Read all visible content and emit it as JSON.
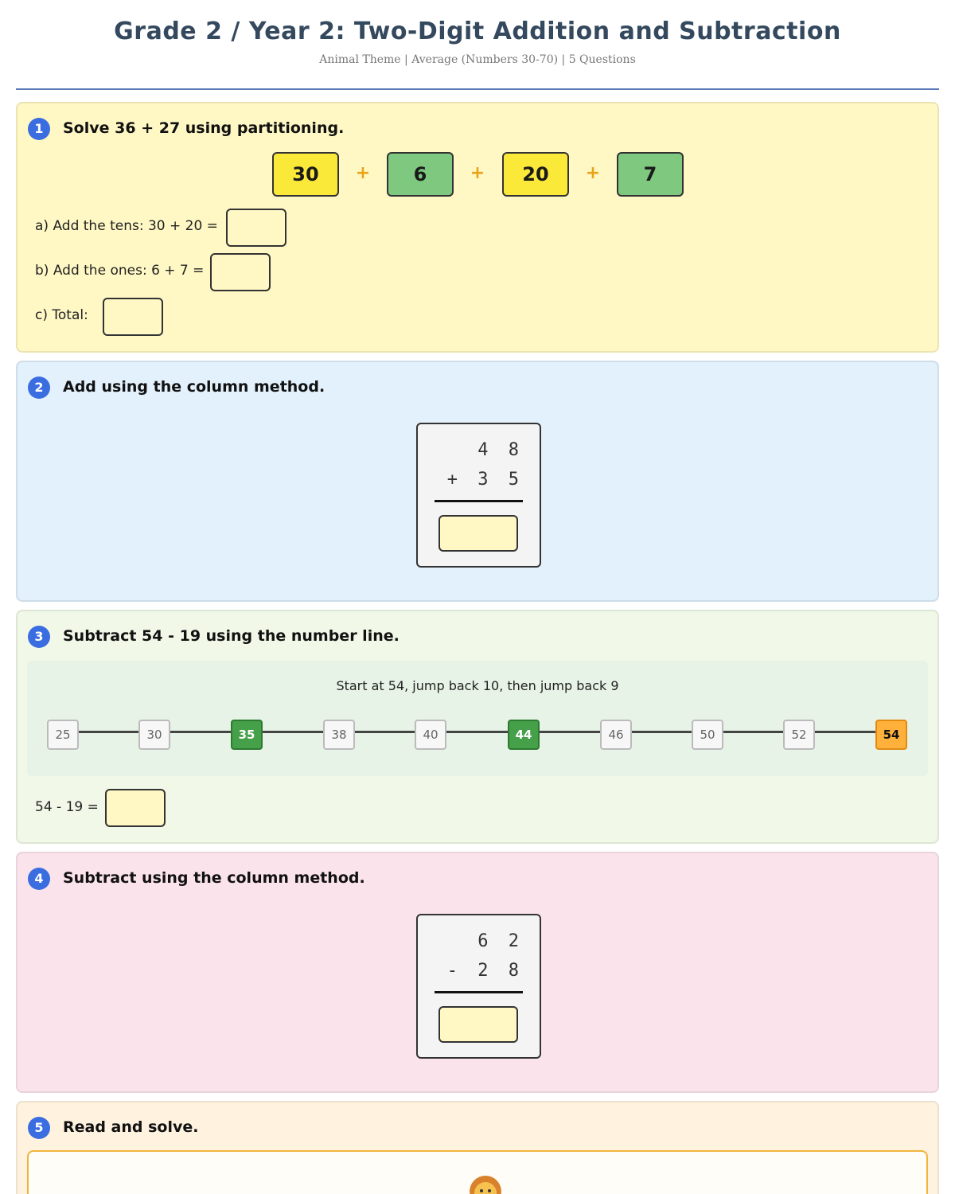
{
  "header": {
    "title": "Grade 2 / Year 2: Two-Digit Addition and Subtraction",
    "subtitle": "Animal Theme | Average (Numbers 30-70) | 5 Questions"
  },
  "colors": {
    "accent": "#3a6de0",
    "q1_bg": "#fff8c4",
    "q2_bg": "#e3f1fd",
    "q3_bg": "#f1f8e8",
    "q4_bg": "#fbe3ec",
    "q5_bg": "#fff3e0",
    "tens_box": "#fbe93a",
    "ones_box": "#7ec97f",
    "plus_sign": "#e9a318"
  },
  "q1": {
    "number": "1",
    "text": "Solve 36 + 27 using partitioning.",
    "parts": [
      "30",
      "6",
      "20",
      "7"
    ],
    "plus": "+",
    "a": "a) Add the tens: 30 + 20 =",
    "b": "b) Add the ones: 6 + 7 =",
    "c": "c) Total:"
  },
  "q2": {
    "number": "2",
    "text": "Add using the column method.",
    "top": "4 8",
    "bottom": "+ 3 5"
  },
  "q3": {
    "number": "3",
    "text": "Subtract 54 - 19 using the number line.",
    "caption": "Start at 54, jump back 10, then jump back 9",
    "ticks": [
      "25",
      "30",
      "35",
      "38",
      "40",
      "44",
      "46",
      "50",
      "52",
      "54"
    ],
    "answer_label": "54 - 19 ="
  },
  "q4": {
    "number": "4",
    "text": "Subtract using the column method.",
    "top": "6 2",
    "bottom": "- 2 8"
  },
  "q5": {
    "number": "5",
    "text": "Read and solve.",
    "icon": "lion-icon"
  }
}
